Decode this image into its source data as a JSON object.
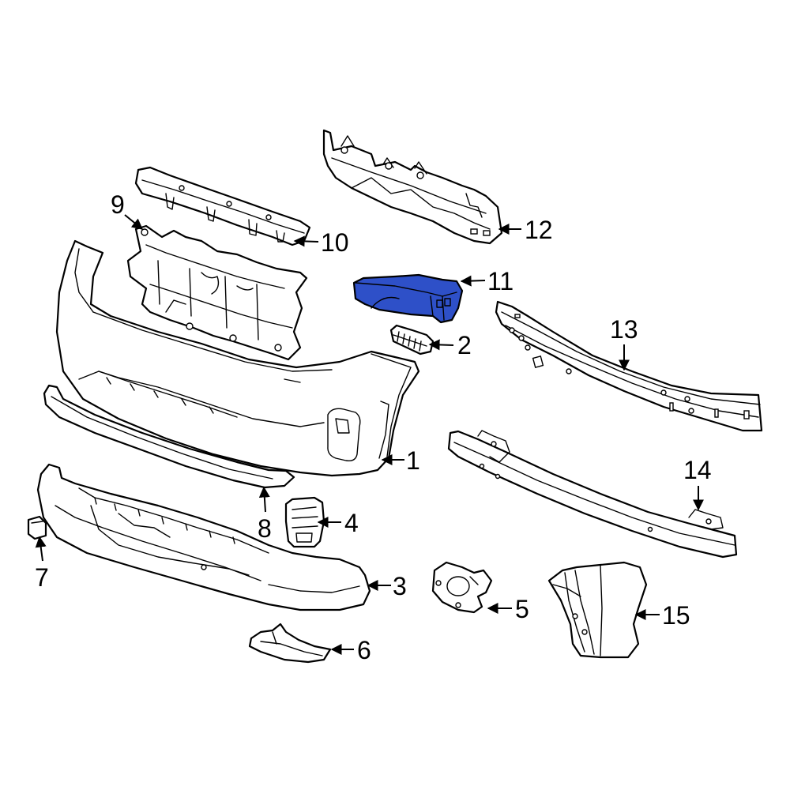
{
  "diagram": {
    "highlight_color": "#2e50c8",
    "highlighted_part": "11",
    "callouts": [
      "1",
      "2",
      "3",
      "4",
      "5",
      "6",
      "7",
      "8",
      "9",
      "10",
      "11",
      "12",
      "13",
      "14",
      "15"
    ]
  }
}
